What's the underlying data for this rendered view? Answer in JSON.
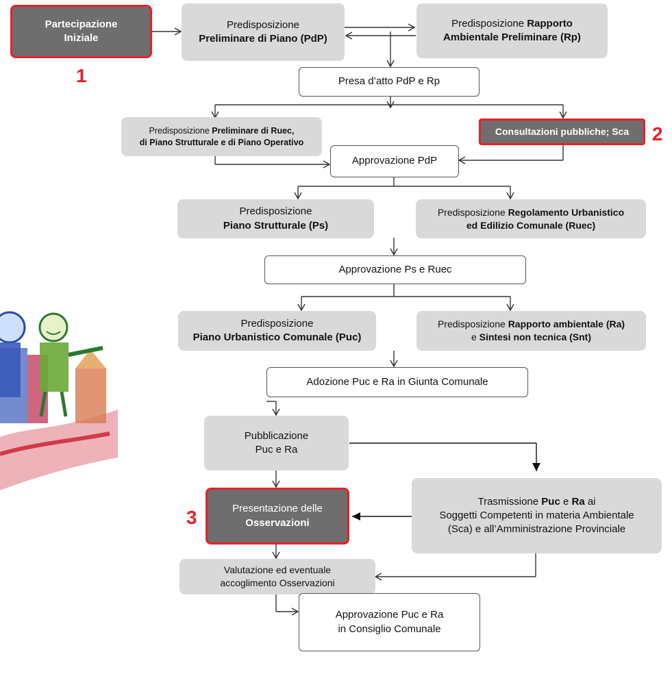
{
  "markers": {
    "one": "1",
    "two": "2",
    "three": "3"
  },
  "boxes": {
    "partecipazione": {
      "l1": "Partecipazione",
      "l2": "Iniziale"
    },
    "pdp": {
      "l1": "Predisposizione",
      "l2": "Preliminare di Piano (PdP)"
    },
    "rp": {
      "l1a": "Predisposizione ",
      "l1b": "Rapporto",
      "l2": "Ambientale Preliminare (Rp)"
    },
    "presa": {
      "l1": "Presa d’atto PdP e Rp"
    },
    "prelim_ruec": {
      "l1a": "Predisposizione ",
      "l1b": "Preliminare di Ruec,",
      "l2": "di Piano Strutturale e di Piano Operativo"
    },
    "consultazioni": {
      "l1": "Consultazioni pubbliche; Sca"
    },
    "appr_pdp": {
      "l1": "Approvazione  PdP"
    },
    "ps": {
      "l1": "Predisposizione",
      "l2": "Piano Strutturale (Ps)"
    },
    "ruec": {
      "l1a": "Predisposizione ",
      "l1b": "Regolamento Urbanistico",
      "l2": "ed Edilizio Comunale (Ruec)"
    },
    "appr_ps": {
      "l1": "Approvazione Ps e Ruec"
    },
    "puc": {
      "l1": "Predisposizione",
      "l2": "Piano Urbanistico Comunale (Puc)"
    },
    "ra": {
      "l1a": "Predisposizione ",
      "l1b": "Rapporto ambientale (Ra)",
      "l2a": "e ",
      "l2b": "Sintesi non tecnica (Snt)"
    },
    "adozione": {
      "l1": "Adozione  Puc e Ra in Giunta Comunale"
    },
    "pubblicazione": {
      "l1": "Pubblicazione",
      "l2": "Puc e Ra"
    },
    "osservazioni": {
      "l1": "Presentazione  delle",
      "l2": "Osservazioni"
    },
    "trasmissione": {
      "l1a": "Trasmissione  ",
      "l1b": "Puc",
      "l1c": " e ",
      "l1d": "Ra",
      "l1e": " ai",
      "l2": "Soggetti Competenti in materia Ambientale",
      "l3": "(Sca) e all’Amministrazione  Provinciale"
    },
    "valutazione": {
      "l1": "Valutazione ed eventuale",
      "l2": "accoglimento Osservazioni"
    },
    "approvazione_puc": {
      "l1": "Approvazione  Puc e Ra",
      "l2": "in Consiglio Comunale"
    }
  },
  "colors": {
    "highlight": "#e8202a",
    "box_fill": "#d9d9d9",
    "dark_fill": "#6e6e6e",
    "line": "#333333"
  },
  "illustration": {
    "name": "children-drawing"
  }
}
